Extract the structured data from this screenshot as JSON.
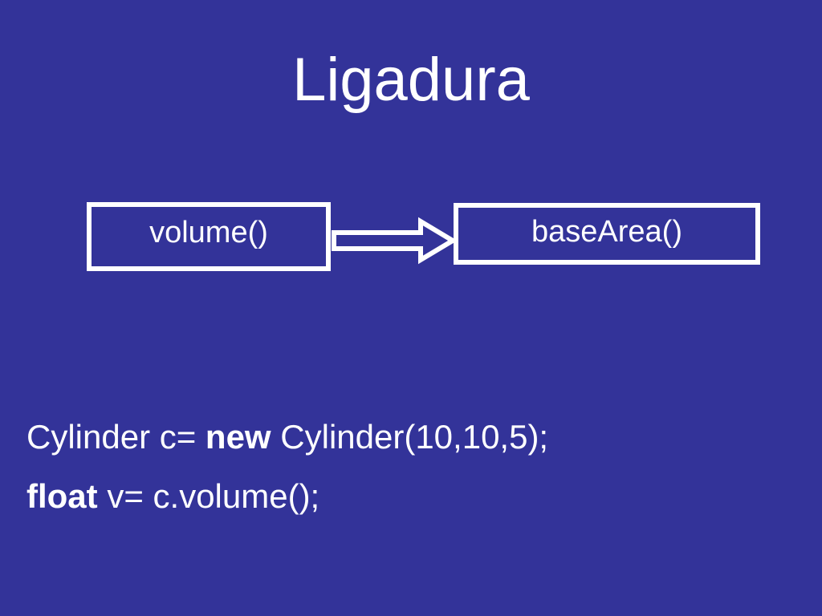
{
  "slide": {
    "title": "Ligadura",
    "background_color": "#333399",
    "foreground_color": "#ffffff"
  },
  "diagram": {
    "source_box": "volume()",
    "target_box": "baseArea()",
    "connector": "hollow-arrow-right"
  },
  "code": {
    "line1": {
      "part1": "Cylinder c= ",
      "keyword": "new",
      "part2": " Cylinder(10,10,5);"
    },
    "line2": {
      "keyword": "float",
      "part1": " v= c.volume();"
    }
  }
}
